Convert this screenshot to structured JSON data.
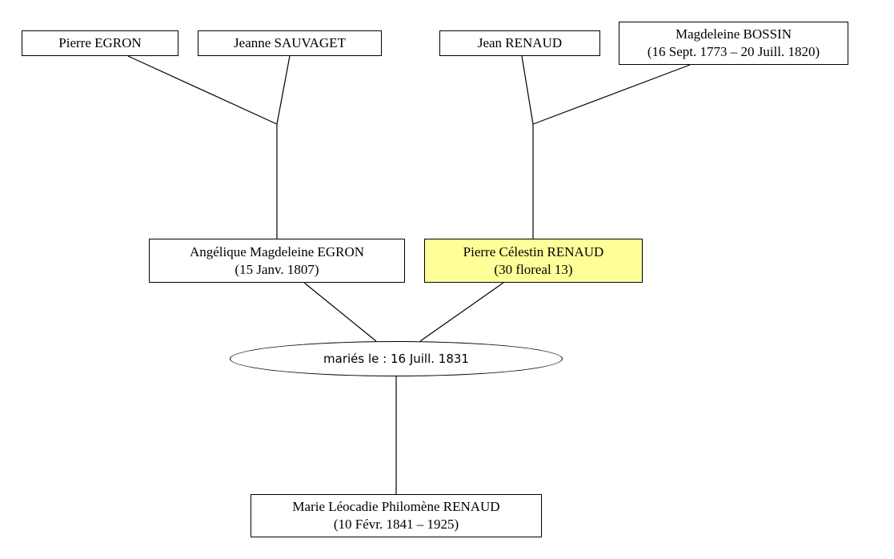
{
  "tree": {
    "grandparents": {
      "pierre_egron": {
        "name": "Pierre EGRON"
      },
      "jeanne_sauvaget": {
        "name": "Jeanne SAUVAGET"
      },
      "jean_renaud": {
        "name": "Jean RENAUD"
      },
      "magdeleine_bossin": {
        "name": "Magdeleine BOSSIN",
        "dates": "(16 Sept. 1773 – 20 Juill. 1820)"
      }
    },
    "parents": {
      "angelique": {
        "name": "Angélique Magdeleine EGRON",
        "dates": "(15 Janv. 1807)"
      },
      "pierre_celestin": {
        "name": "Pierre Célestin RENAUD",
        "dates": "(30 floreal 13)",
        "highlight_color": "#ffff99"
      }
    },
    "marriage": {
      "label": "mariés le : 16 Juill. 1831"
    },
    "child": {
      "name": "Marie Léocadie Philomène RENAUD",
      "dates": "(10 Févr. 1841 – 1925)"
    }
  }
}
